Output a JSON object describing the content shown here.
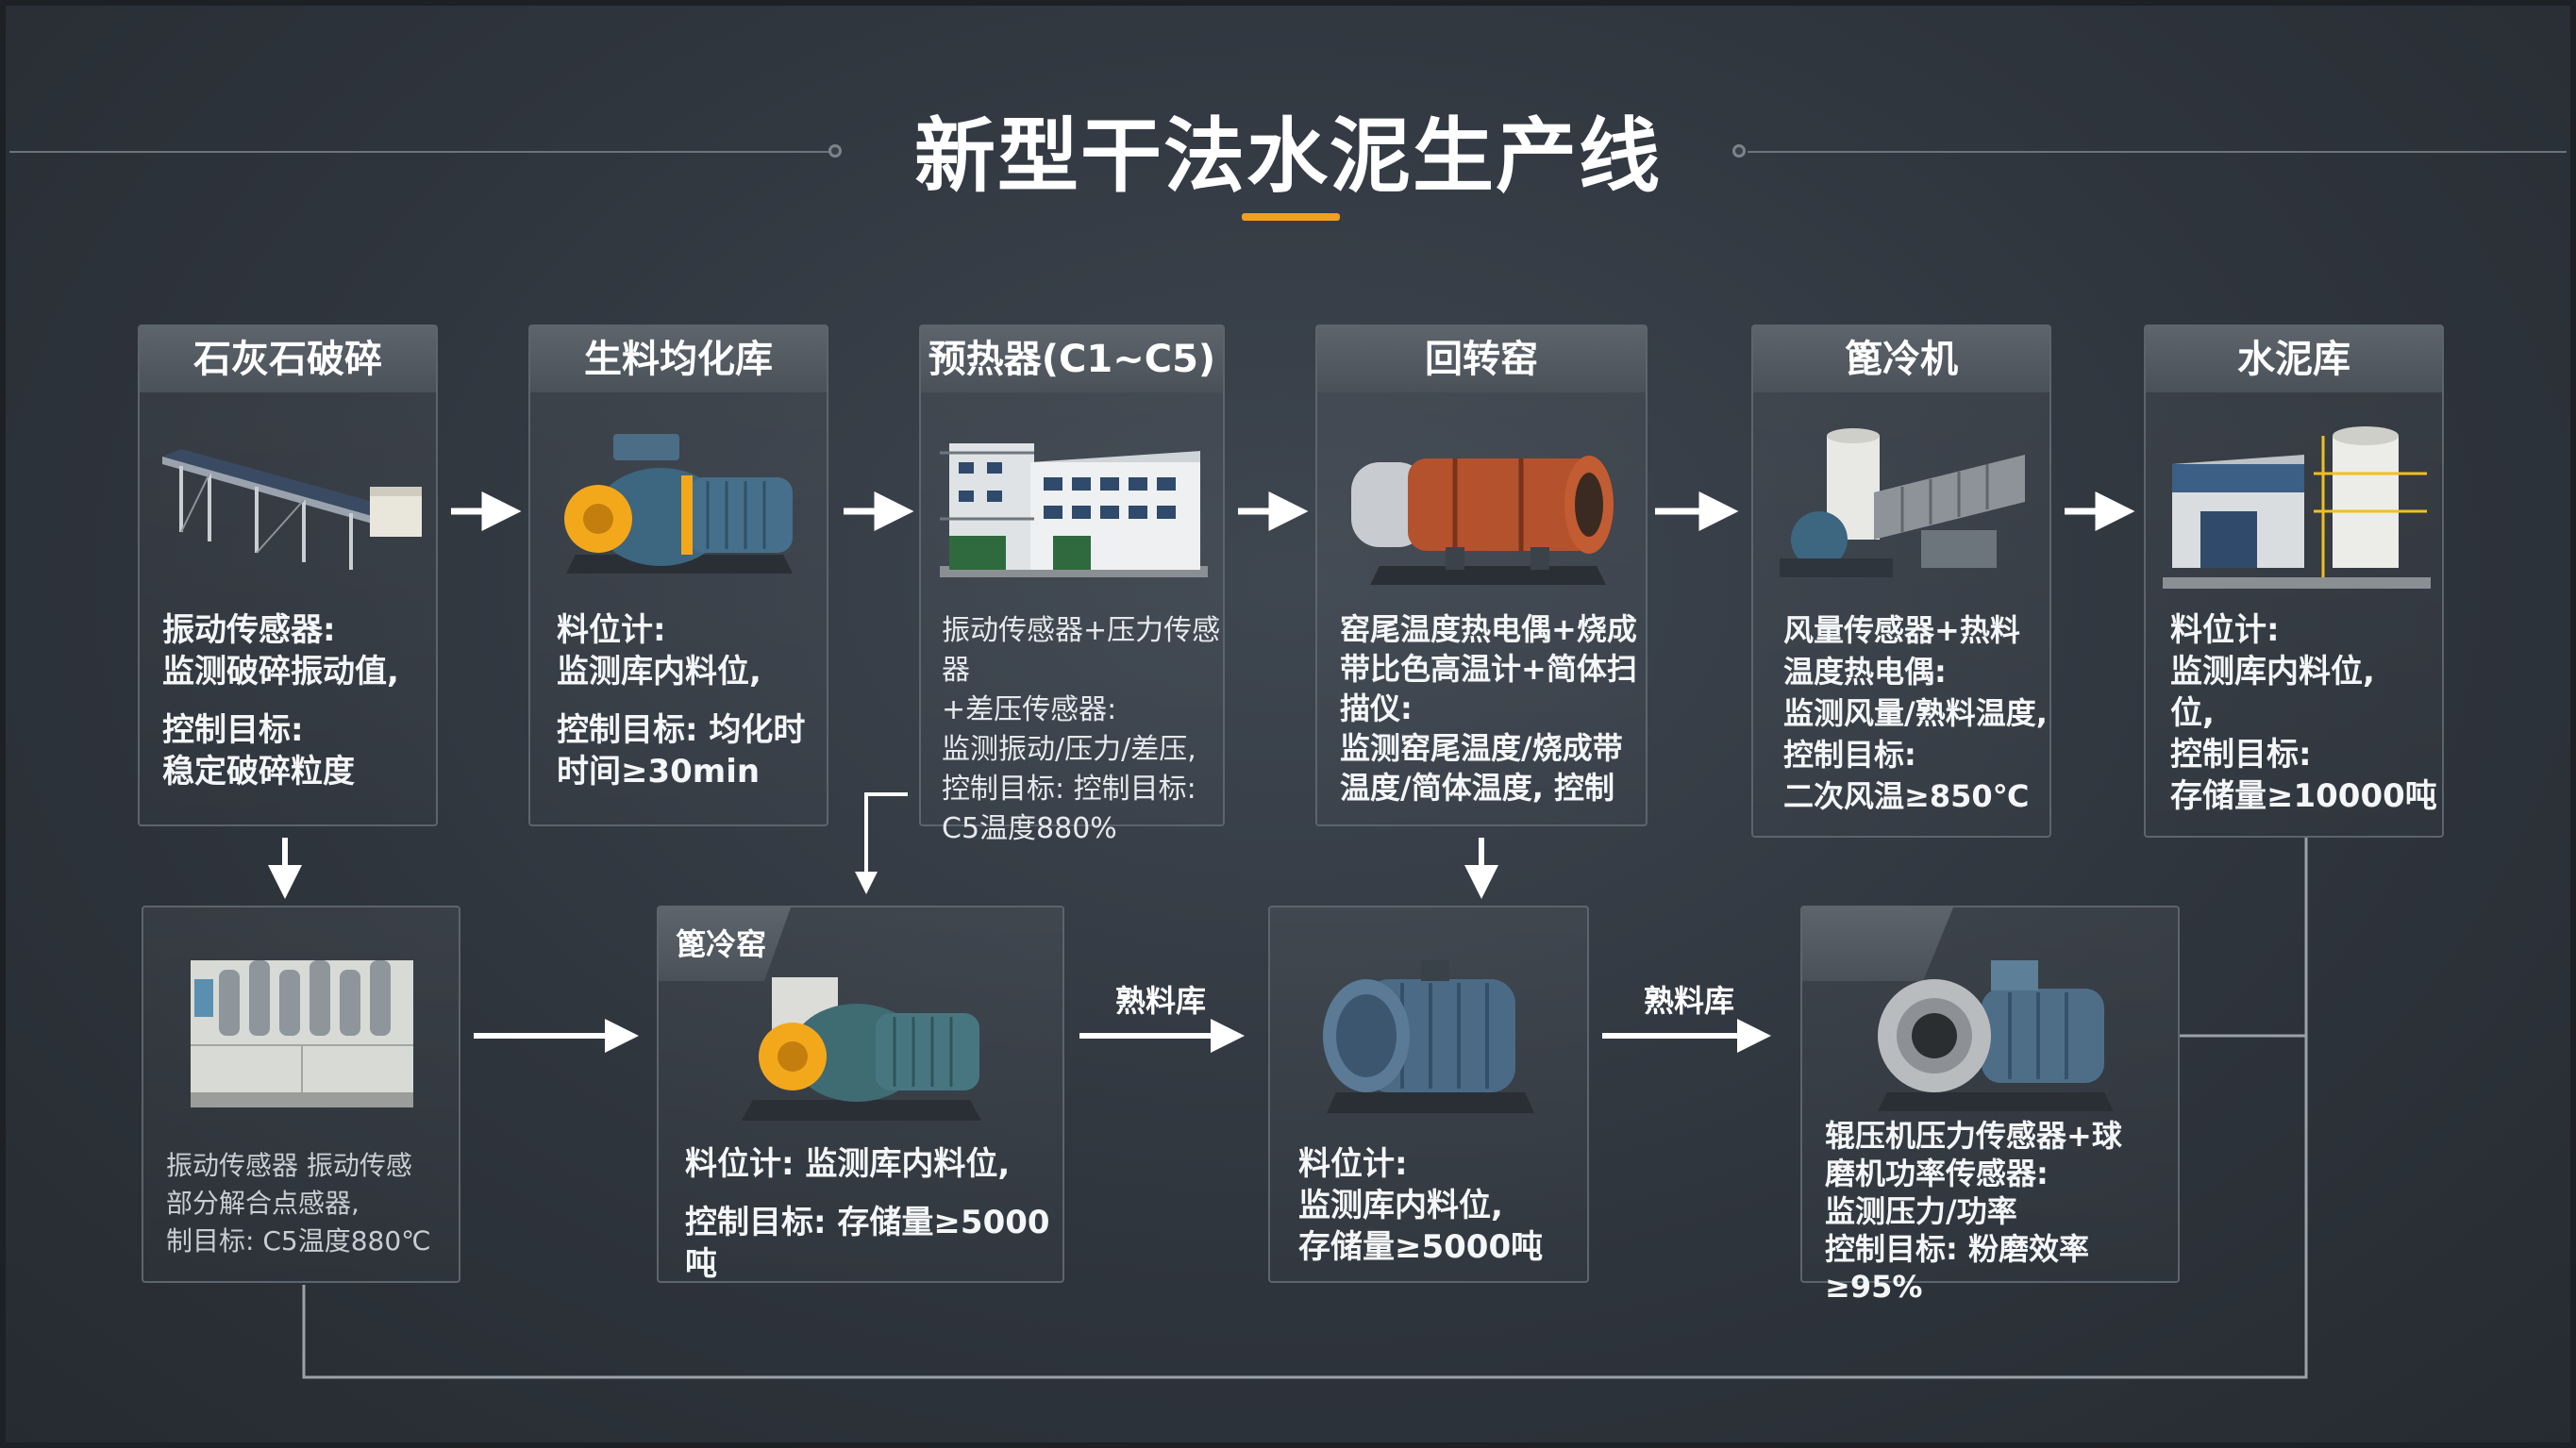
{
  "title": "新型干法水泥生产线",
  "top_row": [
    {
      "header": "石灰石破碎",
      "icon": "conveyor-icon",
      "lines": [
        "振动传感器:",
        "监测破碎振动值,",
        "",
        "控制目标:",
        "稳定破碎粒度"
      ]
    },
    {
      "header": "生料均化库",
      "icon": "motor-pump-icon",
      "lines": [
        "料位计:",
        "监测库内料位,",
        "",
        "控制目标: 均化时",
        "时间≥30min"
      ]
    },
    {
      "header": "预热器(C1~C5)",
      "icon": "building-icon",
      "lines": [
        "振动传感器+压力传感器",
        "+差压传感器:",
        "监测振动/压力/差压,",
        "控制目标: 控制目标:",
        "C5温度880%"
      ]
    },
    {
      "header": "回转窑",
      "icon": "rotary-kiln-icon",
      "lines": [
        "窑尾温度热电偶+烧成",
        "带比色高温计+简体扫",
        "描仪:",
        "监测窑尾温度/烧成带",
        "温度/简体温度, 控制"
      ]
    },
    {
      "header": "篦冷机",
      "icon": "cooler-icon",
      "lines": [
        "风量传感器+热料",
        "温度热电偶:",
        "监测风量/熟料温度,",
        "控制目标:",
        "二次风温≥850℃"
      ]
    },
    {
      "header": "水泥库",
      "icon": "silo-plant-icon",
      "lines": [
        "料位计:",
        "监测库内料位,",
        "位,",
        "控制目标:",
        "存储量≥10000吨"
      ]
    }
  ],
  "bottom_row": [
    {
      "tag": "",
      "icon": "control-cabinet-icon",
      "lines": [
        "振动传感器 振动传感",
        "部分解合点感器,",
        "制目标: C5温度880℃"
      ]
    },
    {
      "tag": "篦冷窑",
      "icon": "motor-pump-icon",
      "lines": [
        "料位计: 监测库内料位,",
        "",
        "控制目标: 存储量≥5000吨"
      ]
    },
    {
      "tag": "",
      "icon": "electric-motor-icon",
      "lines": [
        "料位计:",
        "监测库内料位,",
        "存储量≥5000吨"
      ]
    },
    {
      "tag": "",
      "icon": "roller-press-motor-icon",
      "lines": [
        "辊压机压力传感器+球",
        "磨机功率传感器:",
        "监测压力/功率",
        "控制目标: 粉磨效率≥95%"
      ]
    }
  ],
  "flow_labels": [
    "熟料库",
    "熟料库"
  ],
  "colors": {
    "accent": "#f0a020",
    "background": "#2f353d",
    "card_header": "#545b63",
    "kiln_shell": "#b5522e"
  }
}
